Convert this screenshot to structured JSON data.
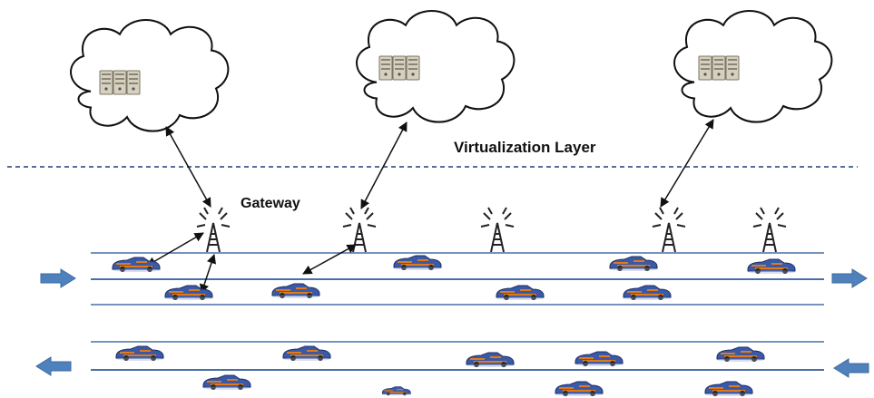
{
  "labels": {
    "gateway": "Gateway",
    "virtualization_layer": "Virtualization Layer"
  },
  "colors": {
    "road_line": "#4a6fa8",
    "dashed_divider": "#1f3f7a",
    "direction_arrow": "#4f81bd",
    "cloud_stroke": "#111111",
    "link_arrow": "#111111",
    "tower": "#222222",
    "car_body": "#3a5aa8",
    "car_accent": "#e07a1a"
  },
  "icons": {
    "cloud": "cloud-icon",
    "server": "server-rack-icon",
    "tower": "cell-tower-icon",
    "car": "car-icon",
    "arrow": "direction-arrow-icon"
  },
  "counts": {
    "clouds": 3,
    "towers": 5,
    "cars": 17,
    "lanes_eastbound": 2,
    "lanes_westbound": 2
  }
}
